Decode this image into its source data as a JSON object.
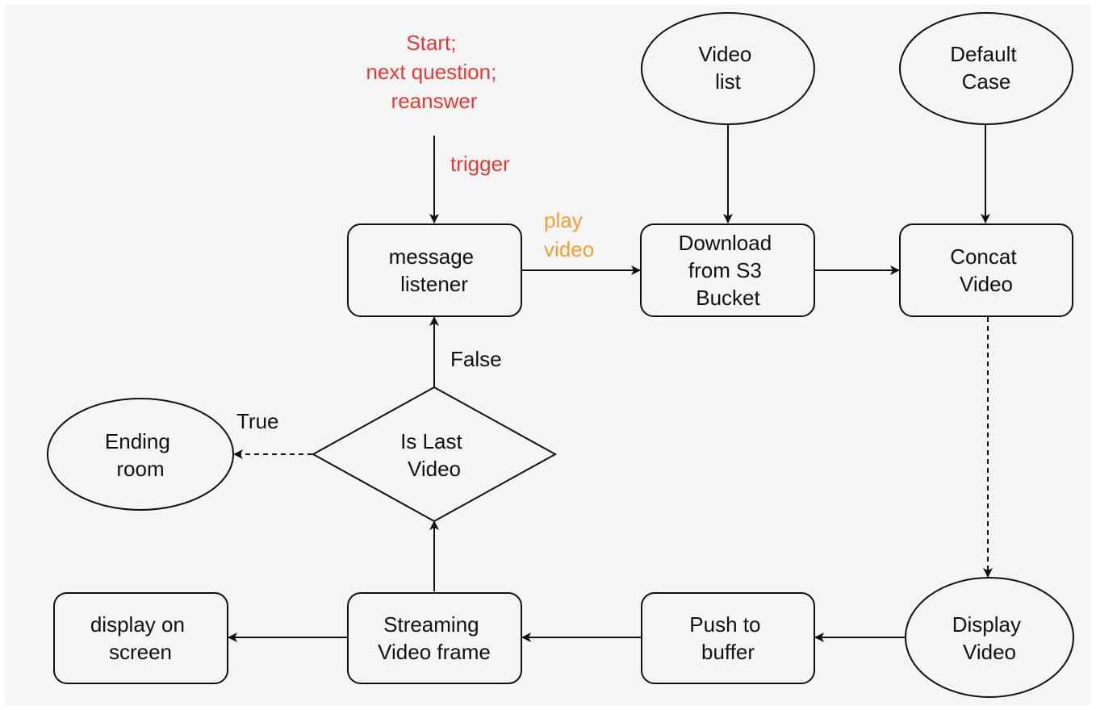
{
  "colors": {
    "background": "#f5f5f5",
    "stroke": "#111111",
    "text": "#111111",
    "trigger_red": "#e53935",
    "play_orange": "#f0a030"
  },
  "nodes": {
    "start_text": [
      "Start;",
      "next question;",
      "reanswer"
    ],
    "video_list": [
      "Video",
      "list"
    ],
    "default_case": [
      "Default",
      "Case"
    ],
    "message_listener": [
      "message",
      "listener"
    ],
    "download": [
      "Download",
      "from S3",
      "Bucket"
    ],
    "concat": [
      "Concat",
      "Video"
    ],
    "is_last": [
      "Is Last",
      "Video"
    ],
    "ending_room": [
      "Ending",
      "room"
    ],
    "display_video": [
      "Display",
      "Video"
    ],
    "push_buffer": [
      "Push to",
      "buffer"
    ],
    "streaming": [
      "Streaming",
      "Video frame"
    ],
    "display_screen": [
      "display on",
      "screen"
    ]
  },
  "edge_labels": {
    "trigger": "trigger",
    "play_video": [
      "play",
      "video"
    ],
    "false": "False",
    "true": "True"
  }
}
